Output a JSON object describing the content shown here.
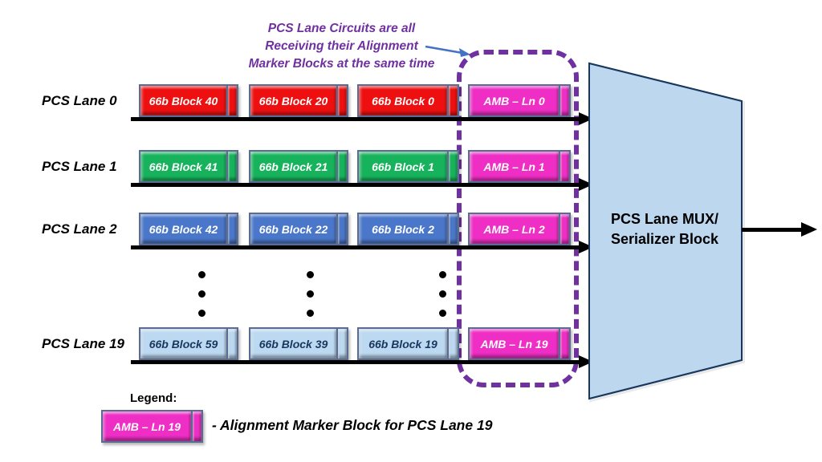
{
  "annotation": {
    "lines": [
      "PCS Lane Circuits are all",
      "Receiving their Alignment",
      "Marker Blocks at the same time"
    ]
  },
  "lanes": [
    {
      "label": "PCS Lane 0",
      "blocks": [
        "66b Block 40",
        "66b Block 20",
        "66b Block 0"
      ],
      "amb": "AMB – Ln 0",
      "block_color": "#EE1010",
      "text_color": "#FFFFFF"
    },
    {
      "label": "PCS Lane 1",
      "blocks": [
        "66b Block 41",
        "66b Block 21",
        "66b Block 1"
      ],
      "amb": "AMB – Ln 1",
      "block_color": "#17B35C",
      "text_color": "#FFFFFF"
    },
    {
      "label": "PCS Lane 2",
      "blocks": [
        "66b Block 42",
        "66b Block 22",
        "66b Block 2"
      ],
      "amb": "AMB – Ln 2",
      "block_color": "#4A77C9",
      "text_color": "#FFFFFF"
    },
    {
      "label": "PCS Lane 19",
      "blocks": [
        "66b Block 59",
        "66b Block 39",
        "66b Block 19"
      ],
      "amb": "AMB – Ln 19",
      "block_color": "#BCD9F1",
      "text_color": "#17375E"
    }
  ],
  "mux": {
    "lines": [
      "PCS Lane MUX/",
      "Serializer Block"
    ]
  },
  "legend": {
    "title": "Legend:",
    "sample_label": "AMB – Ln 19",
    "description": "- Alignment Marker Block for PCS Lane 19"
  },
  "colors": {
    "amb_block": "#EE2EC4",
    "annotation_purple": "#7030A0",
    "dashed_outline_purple": "#7030A0",
    "mux_fill": "#BDD7EE",
    "mux_border": "#17375E",
    "callout_arrow_blue": "#4472C4",
    "lane_arrow_black": "#000000",
    "block_border_gray": "#5a6b94"
  }
}
